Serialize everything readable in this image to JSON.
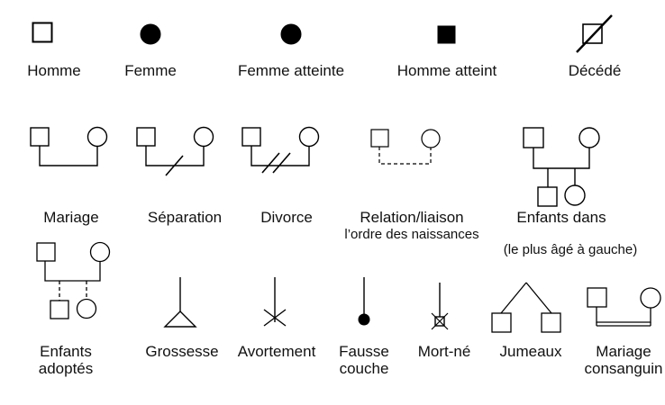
{
  "legend": {
    "title_text": "",
    "stroke_color": "#000000",
    "fill_color": "#000000",
    "background_color": "#ffffff",
    "rows": [
      {
        "row_id": "individual-symbols",
        "items": [
          {
            "key": "homme",
            "label": "Homme",
            "symbol": "open-square",
            "sublabel": ""
          },
          {
            "key": "femme",
            "label": "Femme",
            "symbol": "filled-circle",
            "sublabel": ""
          },
          {
            "key": "femme-atteinte",
            "label": "Femme atteinte",
            "symbol": "filled-circle",
            "sublabel": ""
          },
          {
            "key": "homme-atteint",
            "label": "Homme atteint",
            "symbol": "filled-square",
            "sublabel": ""
          },
          {
            "key": "decede",
            "label": "Décédé",
            "symbol": "crossed-square",
            "sublabel": ""
          }
        ]
      },
      {
        "row_id": "union-symbols",
        "items": [
          {
            "key": "mariage",
            "label": "Mariage",
            "symbol": "union-plain",
            "sublabel": ""
          },
          {
            "key": "separation",
            "label": "Séparation",
            "symbol": "union-slash",
            "sublabel": ""
          },
          {
            "key": "divorce",
            "label": "Divorce",
            "symbol": "union-doubleslash",
            "sublabel": ""
          },
          {
            "key": "relation-liaison",
            "label": "Relation/liaison",
            "symbol": "union-dashed",
            "sublabel": "l’ordre des naissances"
          },
          {
            "key": "enfants-dans",
            "label": "Enfants dans",
            "symbol": "union-children",
            "sublabel": "(le plus âgé à gauche)"
          }
        ]
      },
      {
        "row_id": "pregnancy-and-other-symbols",
        "items": [
          {
            "key": "enfants-adoptes",
            "label": "Enfants\nadoptés",
            "label_line1": "Enfants",
            "label_line2": "adoptés",
            "symbol": "union-adopted",
            "sublabel": ""
          },
          {
            "key": "grossesse",
            "label": "Grossesse",
            "label_line1": "Grossesse",
            "label_line2": "",
            "symbol": "triangle-line",
            "sublabel": ""
          },
          {
            "key": "avortement",
            "label": "Avortement",
            "label_line1": "Avortement",
            "label_line2": "",
            "symbol": "line-cross",
            "sublabel": ""
          },
          {
            "key": "fausse-couche",
            "label": "Fausse\ncouche",
            "label_line1": "Fausse",
            "label_line2": "couche",
            "symbol": "line-dot",
            "sublabel": ""
          },
          {
            "key": "mort-ne",
            "label": "Mort-né",
            "label_line1": "Mort-né",
            "label_line2": "",
            "symbol": "line-crossed-box",
            "sublabel": ""
          },
          {
            "key": "jumeaux",
            "label": "Jumeaux",
            "label_line1": "Jumeaux",
            "label_line2": "",
            "symbol": "twins",
            "sublabel": ""
          },
          {
            "key": "mariage-consanguin",
            "label": "Mariage\nconsanguin",
            "label_line1": "Mariage",
            "label_line2": "consanguin",
            "symbol": "union-double-line",
            "sublabel": ""
          }
        ]
      }
    ]
  }
}
